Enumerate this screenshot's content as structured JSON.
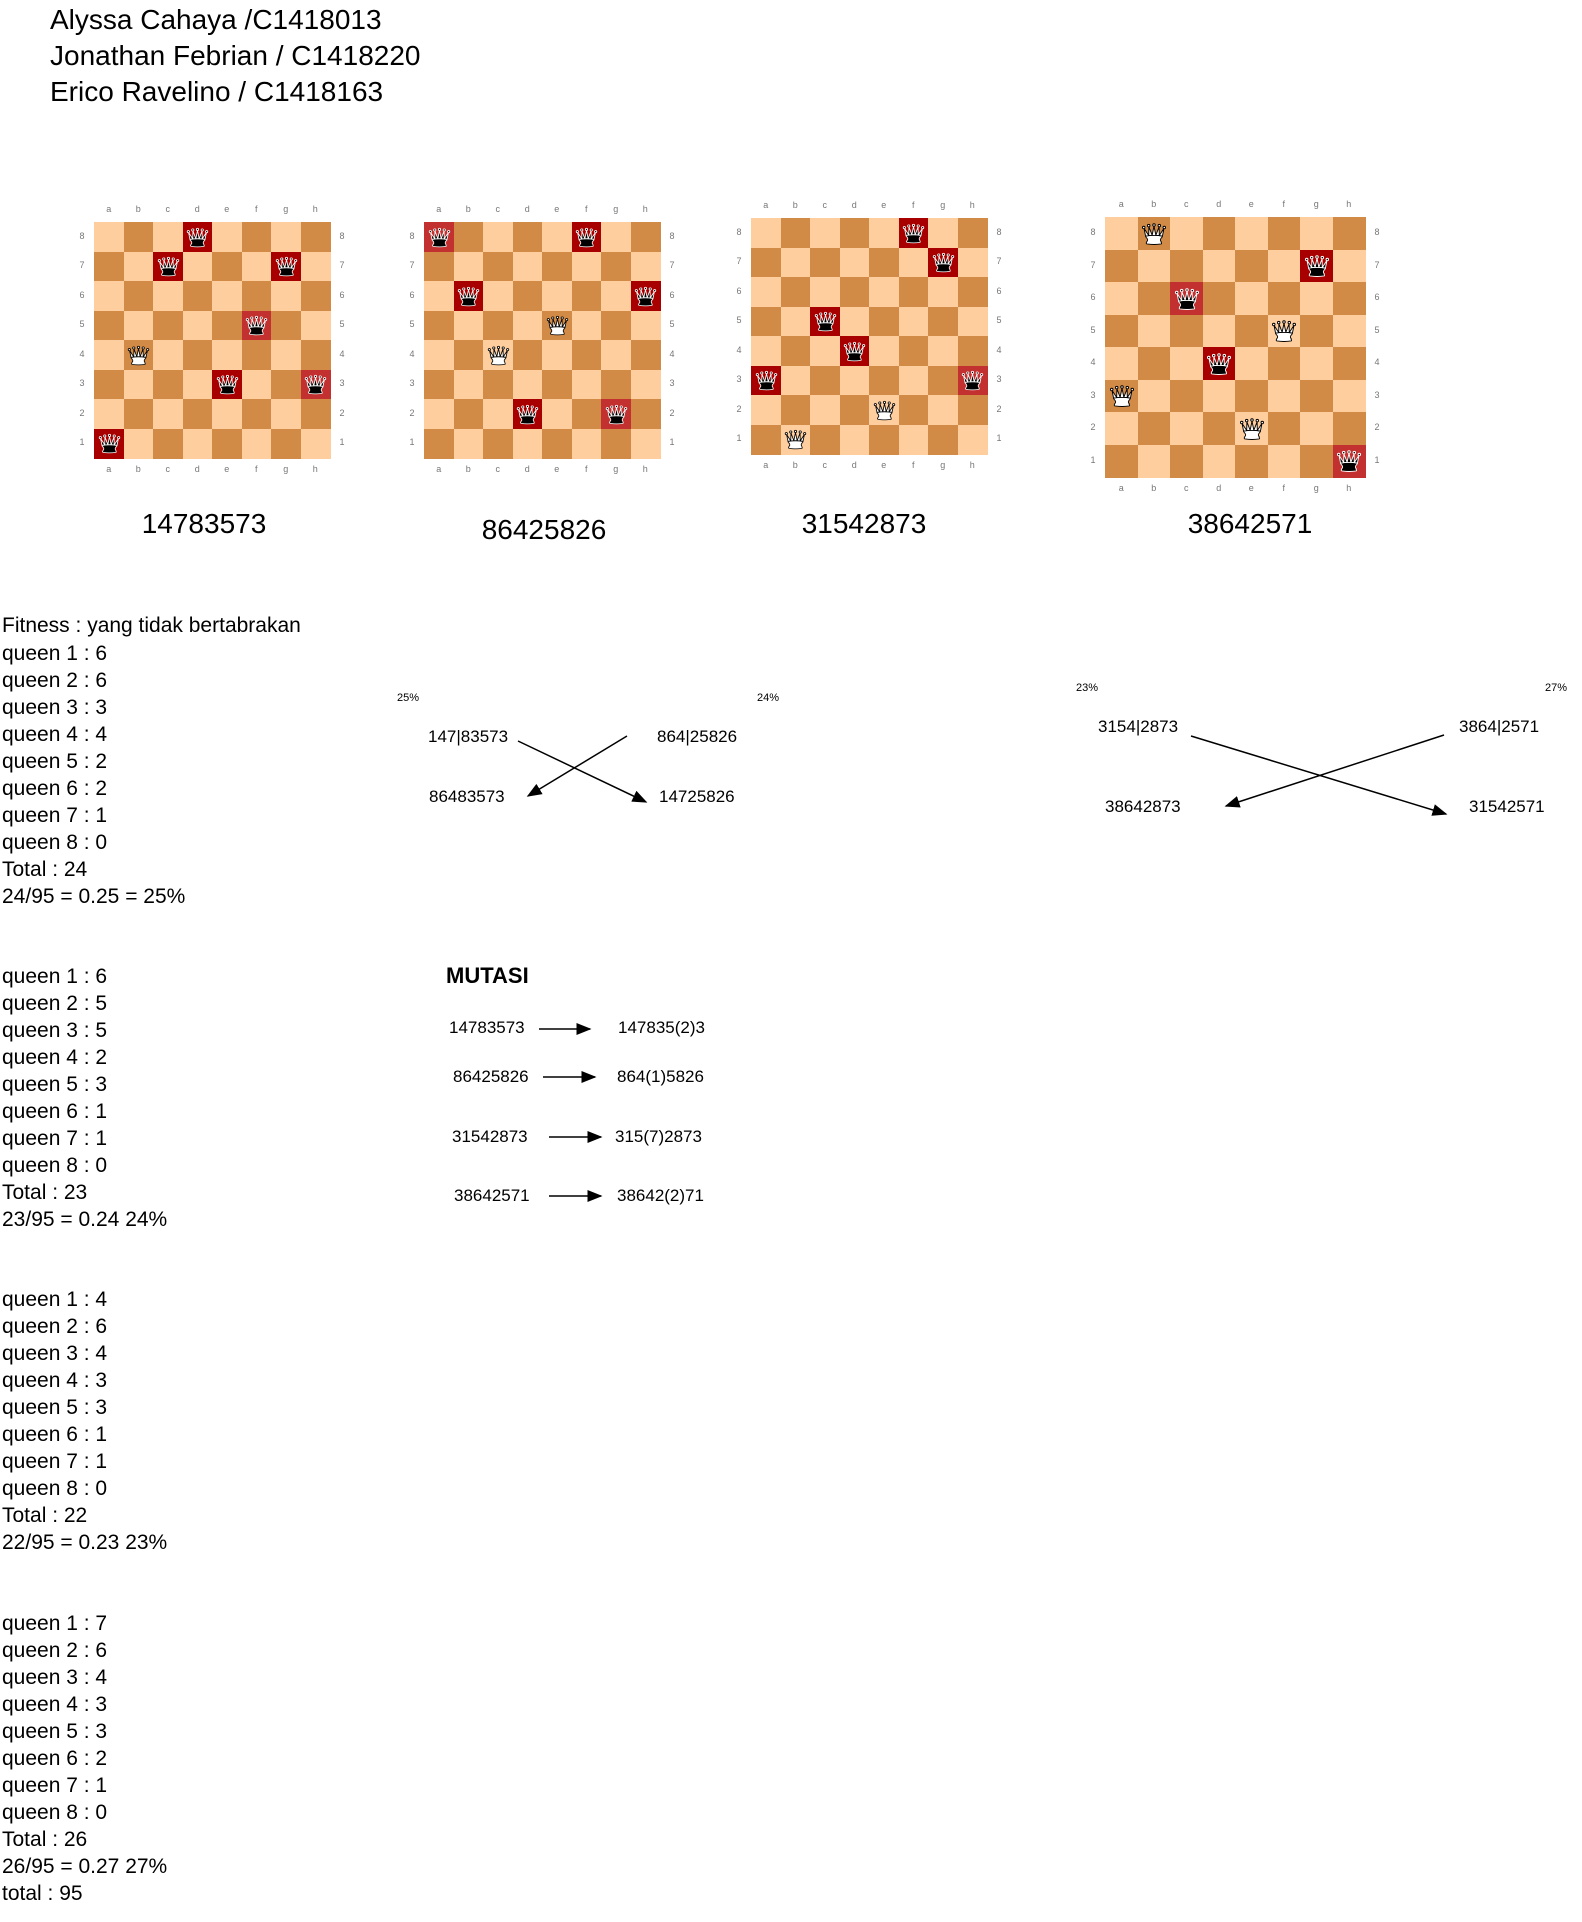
{
  "authors": [
    "Alyssa Cahaya /C1418013",
    "Jonathan Febrian / C1418220",
    "Erico Ravelino / C1418163"
  ],
  "files": [
    "a",
    "b",
    "c",
    "d",
    "e",
    "f",
    "g",
    "h"
  ],
  "ranks": [
    "8",
    "7",
    "6",
    "5",
    "4",
    "3",
    "2",
    "1"
  ],
  "colors": {
    "light": "#ffce9e",
    "dark": "#d18b47",
    "attacked": "#a80000",
    "attacked_light": "#c23030"
  },
  "boards": [
    {
      "label": "14783573",
      "queens": [
        {
          "file": "a",
          "rank": 1,
          "attacked": true
        },
        {
          "file": "b",
          "rank": 4,
          "attacked": false
        },
        {
          "file": "c",
          "rank": 7,
          "attacked": true
        },
        {
          "file": "d",
          "rank": 8,
          "attacked": true
        },
        {
          "file": "e",
          "rank": 3,
          "attacked": true
        },
        {
          "file": "f",
          "rank": 5,
          "attacked": true
        },
        {
          "file": "g",
          "rank": 7,
          "attacked": true
        },
        {
          "file": "h",
          "rank": 3,
          "attacked": true
        }
      ]
    },
    {
      "label": "86425826",
      "queens": [
        {
          "file": "a",
          "rank": 8,
          "attacked": true
        },
        {
          "file": "b",
          "rank": 6,
          "attacked": true
        },
        {
          "file": "c",
          "rank": 4,
          "attacked": false
        },
        {
          "file": "d",
          "rank": 2,
          "attacked": true
        },
        {
          "file": "e",
          "rank": 5,
          "attacked": false
        },
        {
          "file": "f",
          "rank": 8,
          "attacked": true
        },
        {
          "file": "g",
          "rank": 2,
          "attacked": true
        },
        {
          "file": "h",
          "rank": 6,
          "attacked": true
        }
      ]
    },
    {
      "label": "31542873",
      "queens": [
        {
          "file": "a",
          "rank": 3,
          "attacked": true
        },
        {
          "file": "b",
          "rank": 1,
          "attacked": false
        },
        {
          "file": "c",
          "rank": 5,
          "attacked": true
        },
        {
          "file": "d",
          "rank": 4,
          "attacked": true
        },
        {
          "file": "e",
          "rank": 2,
          "attacked": false
        },
        {
          "file": "f",
          "rank": 8,
          "attacked": true
        },
        {
          "file": "g",
          "rank": 7,
          "attacked": true
        },
        {
          "file": "h",
          "rank": 3,
          "attacked": true
        }
      ]
    },
    {
      "label": "38642571",
      "queens": [
        {
          "file": "a",
          "rank": 3,
          "attacked": false
        },
        {
          "file": "b",
          "rank": 8,
          "attacked": false
        },
        {
          "file": "c",
          "rank": 6,
          "attacked": true
        },
        {
          "file": "d",
          "rank": 4,
          "attacked": true
        },
        {
          "file": "e",
          "rank": 2,
          "attacked": false
        },
        {
          "file": "f",
          "rank": 5,
          "attacked": false
        },
        {
          "file": "g",
          "rank": 7,
          "attacked": true
        },
        {
          "file": "h",
          "rank": 1,
          "attacked": true
        }
      ]
    }
  ],
  "fitness_header": "Fitness : yang tidak bertabrakan",
  "fitness_blocks": [
    {
      "lines": [
        "queen 1 : 6",
        "queen 2 : 6",
        "queen 3 : 3",
        "queen 4 : 4",
        "queen 5 : 2",
        "queen 6 : 2",
        "queen 7 : 1",
        "queen 8 : 0",
        "Total : 24",
        "24/95 = 0.25 = 25%"
      ]
    },
    {
      "lines": [
        "queen 1 : 6",
        "queen 2 : 5",
        "queen 3 : 5",
        "queen 4 : 2",
        "queen 5 : 3",
        "queen 6 : 1",
        "queen 7 : 1",
        "queen 8 : 0",
        "Total : 23",
        "23/95 = 0.24 24%"
      ]
    },
    {
      "lines": [
        "queen 1 : 4",
        "queen 2 : 6",
        "queen 3 : 4",
        "queen 4 : 3",
        "queen 5 : 3",
        "queen 6 : 1",
        "queen 7 : 1",
        "queen 8 : 0",
        "Total : 22",
        "22/95 = 0.23 23%"
      ]
    },
    {
      "lines": [
        "queen 1 : 7",
        "queen 2 : 6",
        "queen 3 : 4",
        "queen 4 : 3",
        "queen 5 : 3",
        "queen 6 : 2",
        "queen 7 : 1",
        "queen 8 : 0",
        "Total : 26",
        "26/95 = 0.27 27%",
        "total : 95"
      ]
    }
  ],
  "crossover_1": {
    "pct_left": "25%",
    "pct_right": "24%",
    "parent_left": "147|83573",
    "parent_right": "864|25826",
    "child_left": "86483573",
    "child_right": "14725826"
  },
  "crossover_2": {
    "pct_left": "23%",
    "pct_right": "27%",
    "parent_left": "3154|2873",
    "parent_right": "3864|2571",
    "child_left": "38642873",
    "child_right": "31542571"
  },
  "mutation": {
    "title": "MUTASI",
    "rows": [
      {
        "from": "14783573",
        "to": "147835(2)3"
      },
      {
        "from": "86425826",
        "to": "864(1)5826"
      },
      {
        "from": "31542873",
        "to": "315(7)2873"
      },
      {
        "from": "38642571",
        "to": "38642(2)71"
      }
    ]
  }
}
